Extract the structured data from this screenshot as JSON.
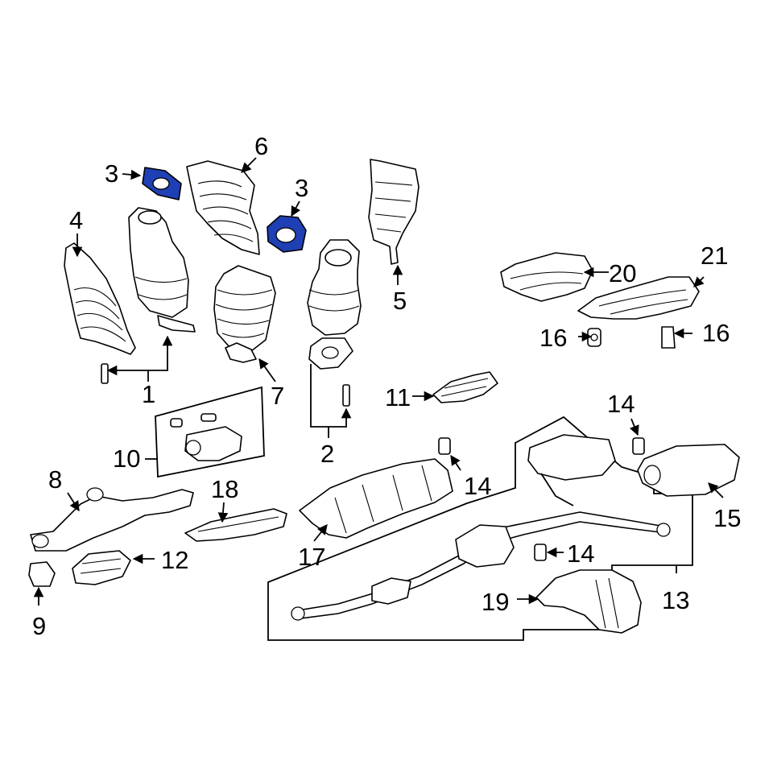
{
  "callouts": {
    "c1": "1",
    "c2": "2",
    "c3a": "3",
    "c3b": "3",
    "c4": "4",
    "c5": "5",
    "c6": "6",
    "c7": "7",
    "c8": "8",
    "c9": "9",
    "c10": "10",
    "c11": "11",
    "c12": "12",
    "c13": "13",
    "c14a": "14",
    "c14b": "14",
    "c14c": "14",
    "c15": "15",
    "c16a": "16",
    "c16b": "16",
    "c17": "17",
    "c18": "18",
    "c19": "19",
    "c20": "20",
    "c21": "21"
  },
  "colors": {
    "highlight": "#1f3fb4",
    "line": "#000000",
    "background": "#ffffff"
  }
}
